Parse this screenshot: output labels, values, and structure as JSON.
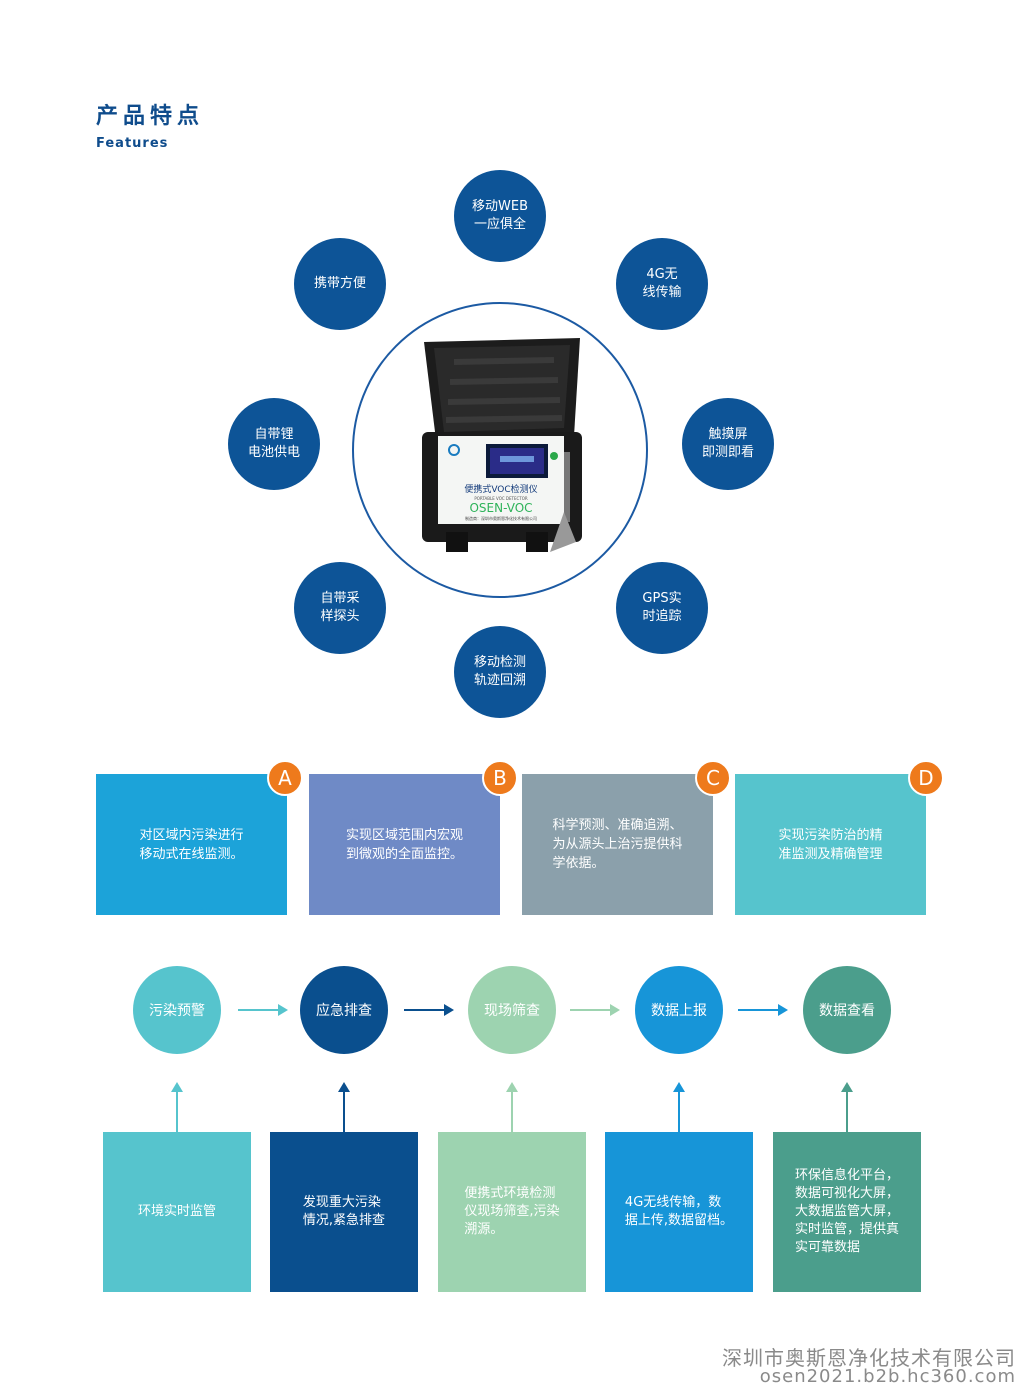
{
  "header": {
    "title": "产品特点",
    "subtitle": "Features"
  },
  "features": [
    "移动WEB\n一应俱全",
    "4G无\n线传输",
    "触摸屏\n即测即看",
    "GPS实\n时追踪",
    "移动检测\n轨迹回溯",
    "自带采\n样探头",
    "自带锂\n电池供电",
    "携带方便"
  ],
  "device": {
    "label": "便携式VOC检测仪",
    "sub": "PORTABLE VOC DETECTOR",
    "model": "OSEN-VOC",
    "maker": "制造商：深圳市奥斯恩净化技术有限公司"
  },
  "advantages": [
    {
      "letter": "A",
      "text": "对区域内污染进行\n移动式在线监测。",
      "color": "#1ca3d9"
    },
    {
      "letter": "B",
      "text": "实现区域范围内宏观\n到微观的全面监控。",
      "color": "#6f8ac6"
    },
    {
      "letter": "C",
      "text": "科学预测、准确追溯、\n为从源头上治污提供科\n学依据。",
      "color": "#8ba0ab"
    },
    {
      "letter": "D",
      "text": "实现污染防治的精\n准监测及精确管理",
      "color": "#56c4cd"
    }
  ],
  "process": [
    {
      "label": "污染预警",
      "color": "#56c4cd"
    },
    {
      "label": "应急排查",
      "color": "#0a4f8e"
    },
    {
      "label": "现场筛查",
      "color": "#9dd3b0"
    },
    {
      "label": "数据上报",
      "color": "#1795d8"
    },
    {
      "label": "数据查看",
      "color": "#4b9e8c"
    }
  ],
  "details": [
    {
      "text": "环境实时监管",
      "color": "#56c4cd"
    },
    {
      "text": "发现重大污染\n情况,紧急排查",
      "color": "#0a4f8e"
    },
    {
      "text": "便携式环境检测\n仪现场筛查,污染\n溯源。",
      "color": "#9dd3b0"
    },
    {
      "text": "4G无线传输，数\n据上传,数据留档。",
      "color": "#1795d8"
    },
    {
      "text": "环保信息化平台，\n数据可视化大屏，\n大数据监管大屏，\n实时监管，提供真\n实可靠数据",
      "color": "#4b9e8c"
    }
  ],
  "footer": {
    "company": "深圳市奥斯恩净化技术有限公司",
    "url": "osen2021.b2b.hc360.com"
  }
}
